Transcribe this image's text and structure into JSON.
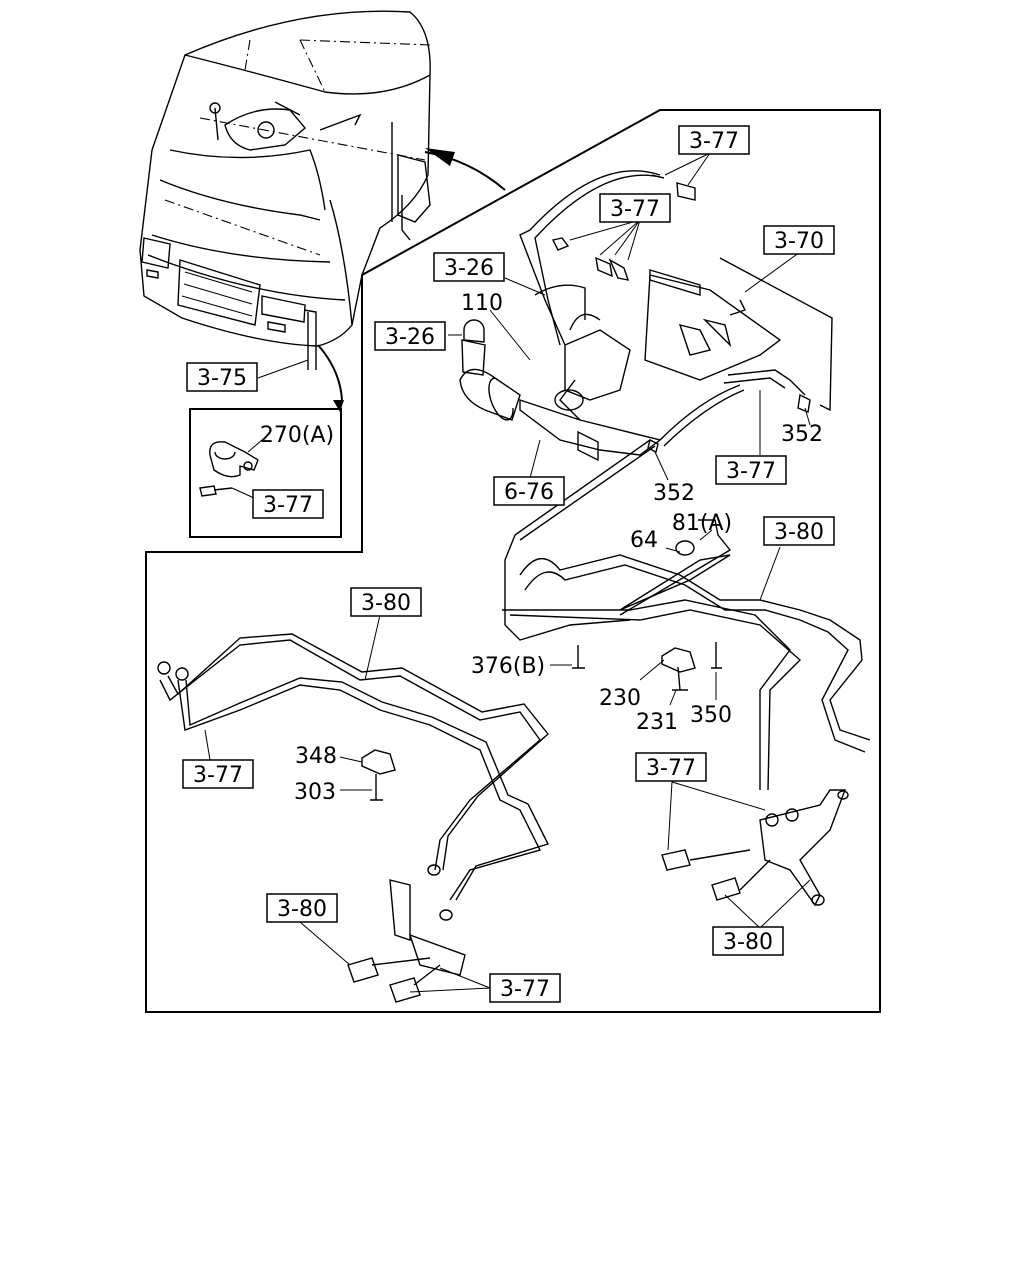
{
  "labels": {
    "l_3_77_a": "3-77",
    "l_3_77_b": "3-77",
    "l_3_70": "3-70",
    "l_3_26_a": "3-26",
    "l_110": "110",
    "l_3_26_b": "3-26",
    "l_3_75": "3-75",
    "l_270a": "270(A)",
    "l_3_77_c": "3-77",
    "l_352_a": "352",
    "l_3_77_d": "3-77",
    "l_352_b": "352",
    "l_6_76": "6-76",
    "l_64": "64",
    "l_81a": "81(A)",
    "l_3_80_a": "3-80",
    "l_3_80_b": "3-80",
    "l_376b": "376(B)",
    "l_230": "230",
    "l_231": "231",
    "l_350": "350",
    "l_348": "348",
    "l_303": "303",
    "l_3_77_e": "3-77",
    "l_3_77_f": "3-77",
    "l_3_80_c": "3-80",
    "l_3_80_d": "3-80",
    "l_3_77_g": "3-77"
  }
}
